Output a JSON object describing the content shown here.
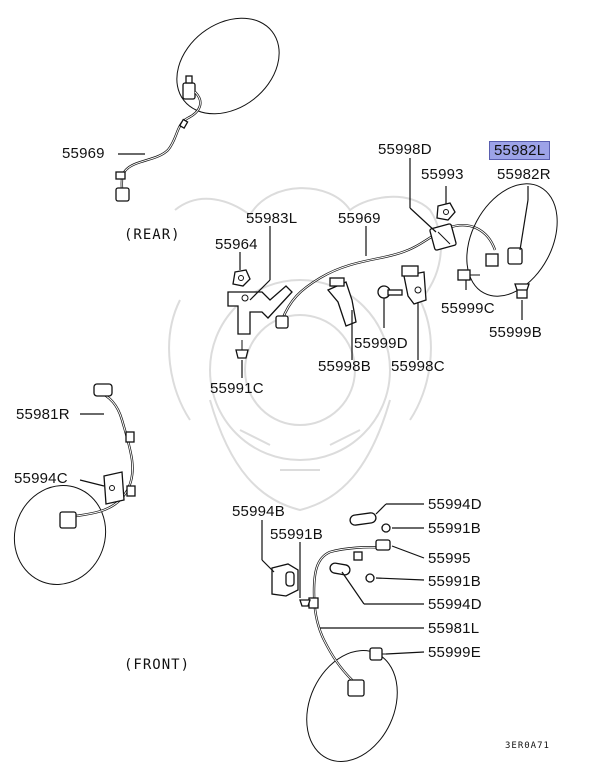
{
  "labels": {
    "p55969_rear": "55969",
    "p55998d": "55998D",
    "p55982l": "55982L",
    "p55993": "55993",
    "p55982r": "55982R",
    "p55983l": "55983L",
    "p55969_mid": "55969",
    "p55964": "55964",
    "p55999c": "55999C",
    "p55999b": "55999B",
    "p55999d": "55999D",
    "p55998b": "55998B",
    "p55998c": "55998C",
    "p55991c": "55991C",
    "p55981r": "55981R",
    "p55994c": "55994C",
    "p55994b": "55994B",
    "p55994d_top": "55994D",
    "p55991b_a": "55991B",
    "p55991b_mid": "55991B",
    "p55995": "55995",
    "p55991b_b": "55991B",
    "p55994d_bot": "55994D",
    "p55981l": "55981L",
    "p55999e": "55999E"
  },
  "captions": {
    "rear": "(REAR)",
    "front": "(FRONT)"
  },
  "diagram_code": "3ER0A71",
  "highlight_color": "#9da3e8"
}
